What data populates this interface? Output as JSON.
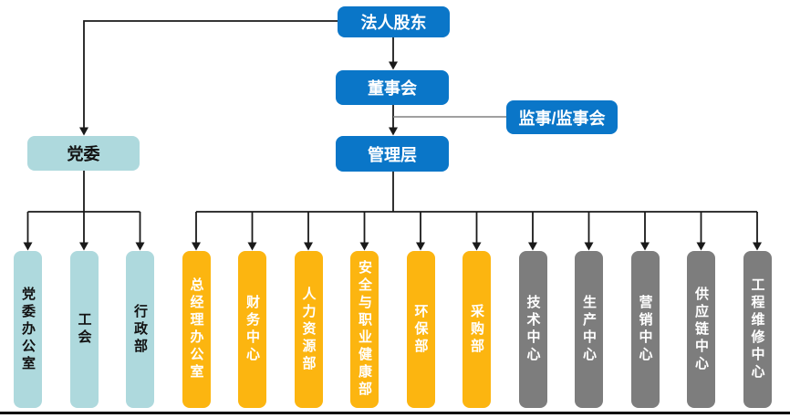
{
  "diagram_type": "org-chart",
  "nodes": {
    "legal": {
      "label": "法人股东"
    },
    "board": {
      "label": "董事会"
    },
    "supervisor": {
      "label": "监事/监事会"
    },
    "management": {
      "label": "管理层"
    },
    "party": {
      "label": "党委"
    }
  },
  "edges": [
    {
      "from": "legal",
      "to": "board"
    },
    {
      "from": "legal",
      "to": "party"
    },
    {
      "from": "board",
      "to": "supervisor"
    },
    {
      "from": "board",
      "to": "management"
    },
    {
      "from": "party",
      "to": "party-departments"
    },
    {
      "from": "management",
      "to": "management-departments"
    }
  ],
  "departments": [
    {
      "label": "党委办公室",
      "group": "party",
      "parent": "党委"
    },
    {
      "label": "工会",
      "group": "party",
      "parent": "党委"
    },
    {
      "label": "行政部",
      "group": "party",
      "parent": "党委"
    },
    {
      "label": "总经理办公室",
      "group": "functional",
      "parent": "管理层"
    },
    {
      "label": "财务中心",
      "group": "functional",
      "parent": "管理层"
    },
    {
      "label": "人力资源部",
      "group": "functional",
      "parent": "管理层"
    },
    {
      "label": "安全与职业健康部",
      "group": "functional",
      "parent": "管理层"
    },
    {
      "label": "环保部",
      "group": "functional",
      "parent": "管理层"
    },
    {
      "label": "采购部",
      "group": "functional",
      "parent": "管理层"
    },
    {
      "label": "技术中心",
      "group": "business",
      "parent": "管理层"
    },
    {
      "label": "生产中心",
      "group": "business",
      "parent": "管理层"
    },
    {
      "label": "营销中心",
      "group": "business",
      "parent": "管理层"
    },
    {
      "label": "供应链中心",
      "group": "business",
      "parent": "管理层"
    },
    {
      "label": "工程维修中心",
      "group": "business",
      "parent": "管理层"
    }
  ],
  "colors": {
    "node_blue": "#0a76c8",
    "party_teal": "#aed9dd",
    "functional_orange": "#fcb510",
    "business_gray": "#7d7d7d",
    "connector": "#1a1a1a",
    "supervisor_connector": "#808080"
  }
}
